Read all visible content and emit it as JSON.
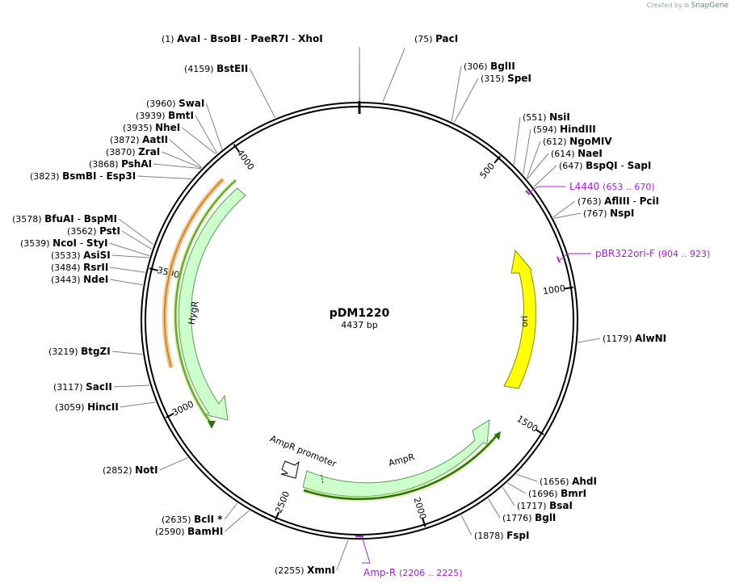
{
  "branding": {
    "created_by": "Created by",
    "product": "SnapGene"
  },
  "plasmid": {
    "name": "pDM1220",
    "size": "4437 bp"
  },
  "colors": {
    "primer": "#a021d8",
    "ori": "#ffff00",
    "feature_fill": "#ccffcc",
    "feature_stroke": "#5a9e5a",
    "orange": "#e8962a",
    "green_arrow": "#2e6e0a"
  },
  "ticks": [
    "500",
    "1000",
    "1500",
    "2000",
    "2500",
    "3000",
    "3500",
    "4000"
  ],
  "enzymes": [
    {
      "pos": "(1)",
      "names": [
        "AvaI",
        "BsoBI",
        "PaeR7I",
        "XhoI"
      ]
    },
    {
      "pos": "(75)",
      "names": [
        "PacI"
      ]
    },
    {
      "pos": "(306)",
      "names": [
        "BglII"
      ]
    },
    {
      "pos": "(315)",
      "names": [
        "SpeI"
      ]
    },
    {
      "pos": "(551)",
      "names": [
        "NsiI"
      ]
    },
    {
      "pos": "(594)",
      "names": [
        "HindIII"
      ]
    },
    {
      "pos": "(612)",
      "names": [
        "NgoMIV"
      ]
    },
    {
      "pos": "(614)",
      "names": [
        "NaeI"
      ]
    },
    {
      "pos": "(647)",
      "names": [
        "BspQI",
        "SapI"
      ]
    },
    {
      "pos": "(763)",
      "names": [
        "AflIII",
        "PciI"
      ]
    },
    {
      "pos": "(767)",
      "names": [
        "NspI"
      ]
    },
    {
      "pos": "(1179)",
      "names": [
        "AlwNI"
      ]
    },
    {
      "pos": "(1656)",
      "names": [
        "AhdI"
      ]
    },
    {
      "pos": "(1696)",
      "names": [
        "BmrI"
      ]
    },
    {
      "pos": "(1717)",
      "names": [
        "BsaI"
      ]
    },
    {
      "pos": "(1776)",
      "names": [
        "BglI"
      ]
    },
    {
      "pos": "(1878)",
      "names": [
        "FspI"
      ]
    },
    {
      "pos": "(2255)",
      "names": [
        "XmnI"
      ]
    },
    {
      "pos": "(2590)",
      "names": [
        "BamHI"
      ]
    },
    {
      "pos": "(2635)",
      "names": [
        "BclI *"
      ]
    },
    {
      "pos": "(2852)",
      "names": [
        "NotI"
      ]
    },
    {
      "pos": "(3059)",
      "names": [
        "HincII"
      ]
    },
    {
      "pos": "(3117)",
      "names": [
        "SacII"
      ]
    },
    {
      "pos": "(3219)",
      "names": [
        "BtgZI"
      ]
    },
    {
      "pos": "(3443)",
      "names": [
        "NdeI"
      ]
    },
    {
      "pos": "(3484)",
      "names": [
        "RsrII"
      ]
    },
    {
      "pos": "(3533)",
      "names": [
        "AsiSI"
      ]
    },
    {
      "pos": "(3539)",
      "names": [
        "NcoI",
        "StyI"
      ]
    },
    {
      "pos": "(3562)",
      "names": [
        "PstI"
      ]
    },
    {
      "pos": "(3578)",
      "names": [
        "BfuAI",
        "BspMI"
      ]
    },
    {
      "pos": "(3823)",
      "names": [
        "BsmBI",
        "Esp3I"
      ]
    },
    {
      "pos": "(3868)",
      "names": [
        "PshAI"
      ]
    },
    {
      "pos": "(3870)",
      "names": [
        "ZraI"
      ]
    },
    {
      "pos": "(3872)",
      "names": [
        "AatII"
      ]
    },
    {
      "pos": "(3935)",
      "names": [
        "NheI"
      ]
    },
    {
      "pos": "(3939)",
      "names": [
        "BmtI"
      ]
    },
    {
      "pos": "(3960)",
      "names": [
        "SwaI"
      ]
    },
    {
      "pos": "(4159)",
      "names": [
        "BstEII"
      ]
    }
  ],
  "primers": [
    {
      "name": "L4440",
      "range": "(653 .. 670)"
    },
    {
      "name": "pBR322ori-F",
      "range": "(904 .. 923)"
    },
    {
      "name": "Amp-R",
      "range": "(2206 .. 2225)"
    }
  ],
  "features": [
    {
      "name": "HygR"
    },
    {
      "name": "ori"
    },
    {
      "name": "AmpR"
    },
    {
      "name": "AmpR promoter"
    }
  ]
}
